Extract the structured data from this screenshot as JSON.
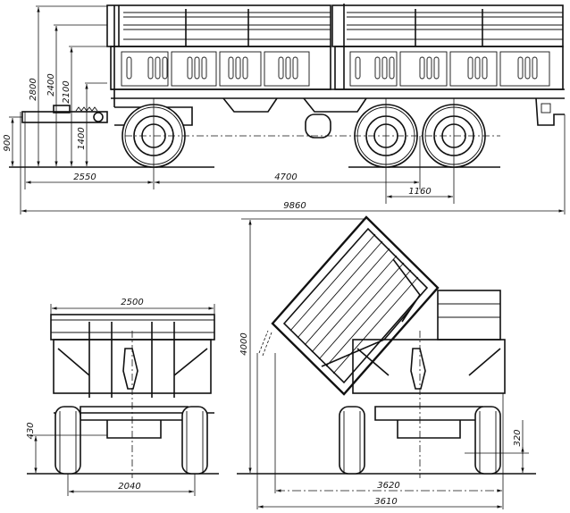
{
  "drawing": {
    "side_view": {
      "dimensions": {
        "height_total": "2800",
        "height_top_rail": "2400",
        "height_side": "2100",
        "height_platform": "1400",
        "height_hitch": "900",
        "front_overhang": "2550",
        "wheelbase": "4700",
        "axle_spacing": "1160",
        "length_total": "9860"
      }
    },
    "rear_view": {
      "dimensions": {
        "width_body": "2500",
        "clearance": "430",
        "track": "2040"
      }
    },
    "tipping_view": {
      "dimensions": {
        "height_tipped": "4000",
        "clearance": "320",
        "width_a": "3620",
        "width_b": "3610"
      }
    }
  }
}
